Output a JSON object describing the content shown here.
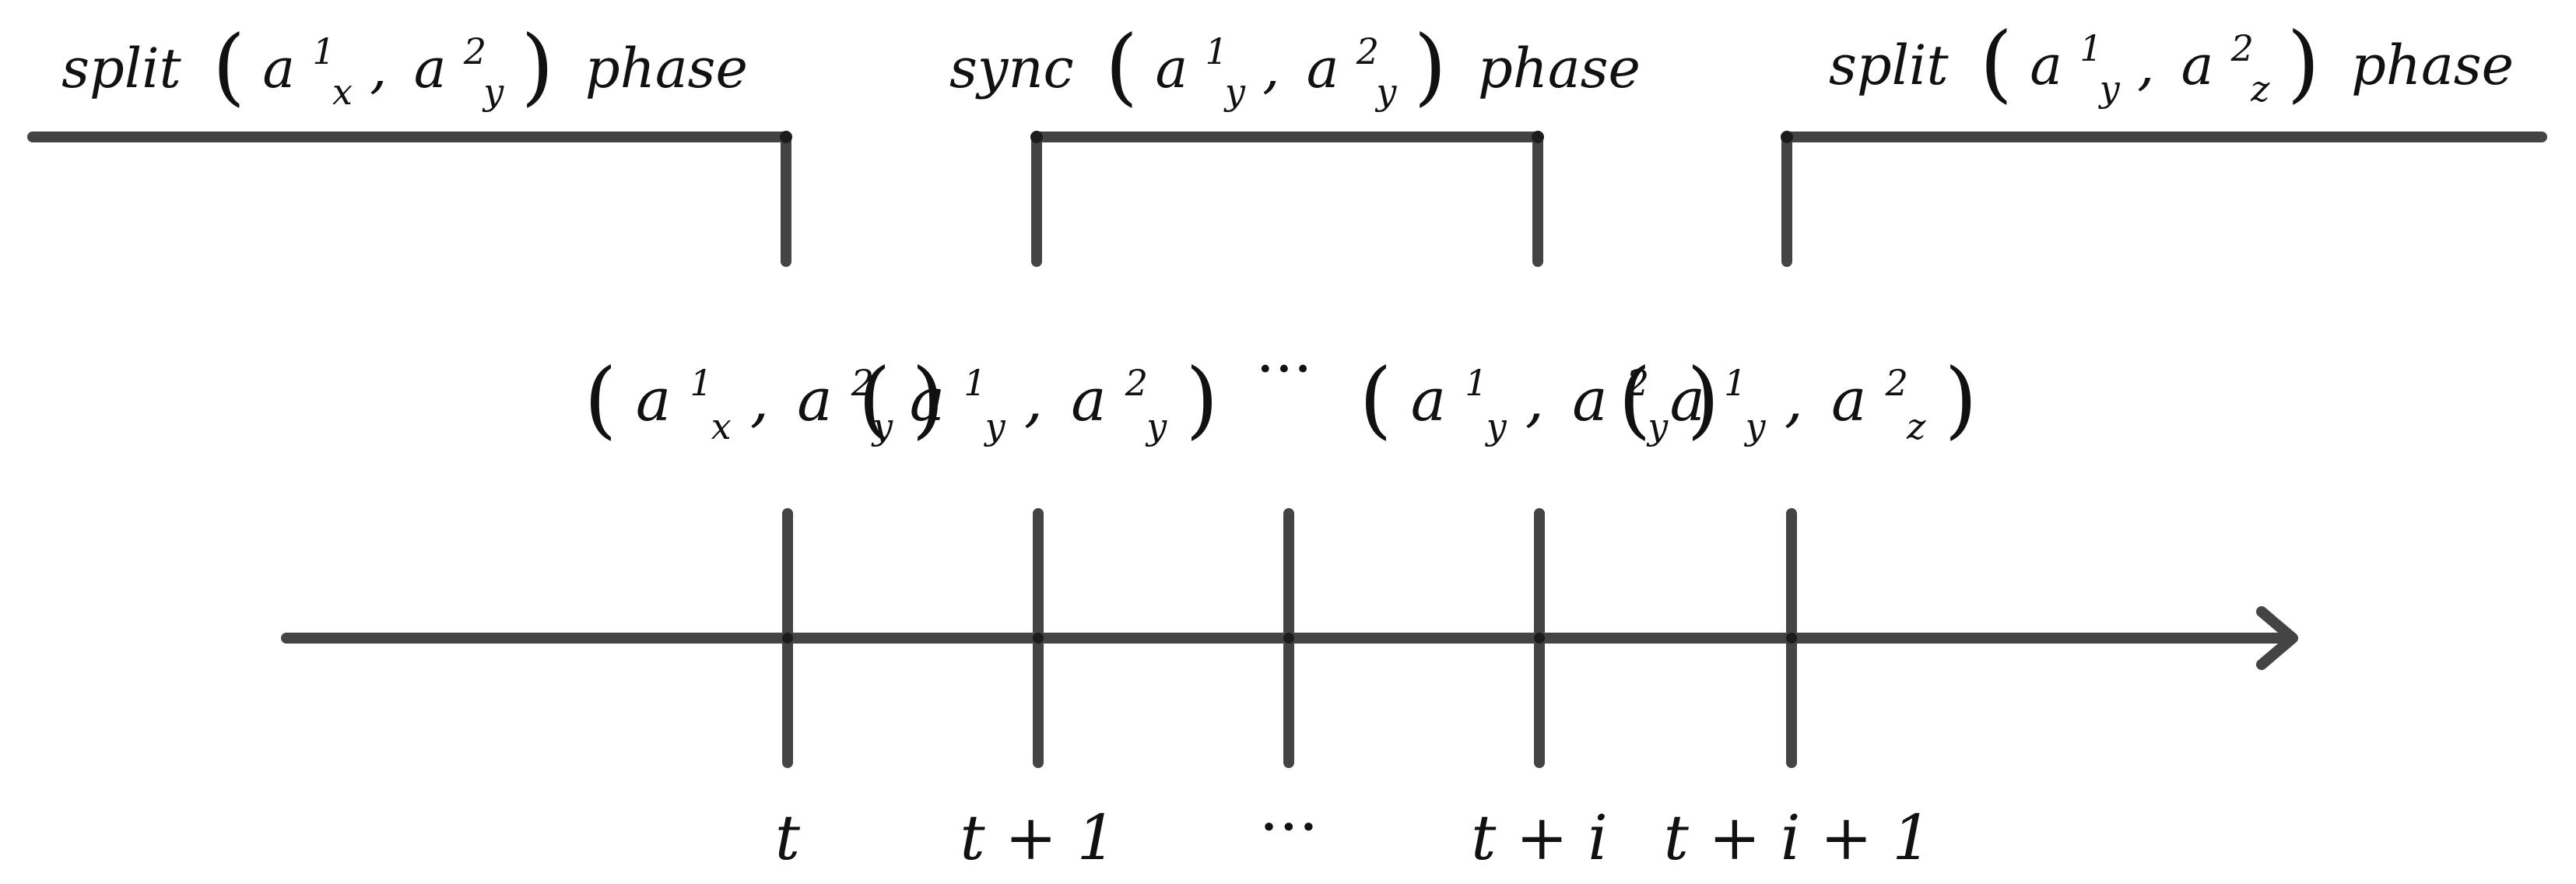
{
  "phases": [
    {
      "word": "split",
      "first_sub": "x",
      "second_sub": "y",
      "suffix": "phase"
    },
    {
      "word": "sync",
      "first_sub": "y",
      "second_sub": "y",
      "suffix": "phase"
    },
    {
      "word": "split",
      "first_sub": "y",
      "second_sub": "z",
      "suffix": "phase"
    }
  ],
  "symbols": {
    "variable": "a",
    "sup_first": "1",
    "sup_second": "2",
    "comma": ",",
    "open_paren": "(",
    "close_paren": ")",
    "ellipsis": "···"
  },
  "state_pairs": [
    {
      "first_sub": "x",
      "second_sub": "y"
    },
    {
      "first_sub": "y",
      "second_sub": "y"
    },
    {
      "first_sub": "y",
      "second_sub": "y"
    },
    {
      "first_sub": "y",
      "second_sub": "z"
    }
  ],
  "time_labels": {
    "t0": "t",
    "t1": "t + 1",
    "ellipsis": "···",
    "ti": "t + i",
    "ti1": "t + i + 1"
  }
}
